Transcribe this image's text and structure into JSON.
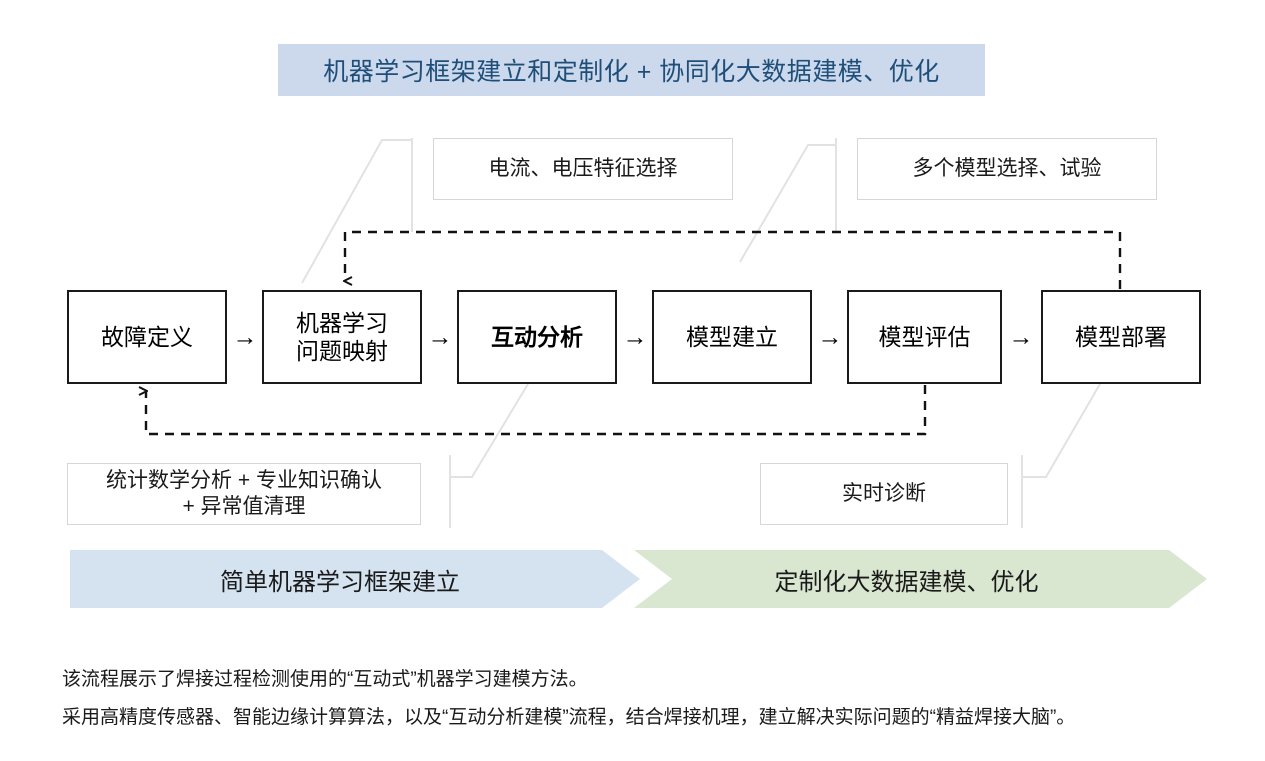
{
  "title": {
    "text": "机器学习框架建立和定制化 + 协同化大数据建模、优化",
    "background_color": "#ccd9ec",
    "text_color": "#1f4e79"
  },
  "callouts": {
    "top_left": {
      "text": "电流、电压特征选择",
      "attached_to": "机器学习问题映射"
    },
    "top_right": {
      "text": "多个模型选择、试验",
      "attached_to": "模型建立"
    },
    "bottom_left_line1": "统计数学分析 + 专业知识确认",
    "bottom_left_line2": "+ 异常值清理",
    "bottom_right": {
      "text": "实时诊断",
      "attached_to": "模型部署"
    }
  },
  "flow": {
    "arrow_glyph": "→",
    "steps": [
      {
        "label_line1": "故障定义",
        "label_line2": "",
        "bold": false
      },
      {
        "label_line1": "机器学习",
        "label_line2": "问题映射",
        "bold": false
      },
      {
        "label_line1": "互动分析",
        "label_line2": "",
        "bold": true
      },
      {
        "label_line1": "模型建立",
        "label_line2": "",
        "bold": false
      },
      {
        "label_line1": "模型评估",
        "label_line2": "",
        "bold": false
      },
      {
        "label_line1": "模型部署",
        "label_line2": "",
        "bold": false
      }
    ]
  },
  "feedback_loops": [
    {
      "from": "模型部署",
      "to": "机器学习问题映射",
      "style": "dashed",
      "position": "above"
    },
    {
      "from": "模型评估",
      "to": "故障定义",
      "style": "dashed",
      "position": "below"
    }
  ],
  "phase_banners": [
    {
      "text": "简单机器学习框架建立",
      "color": "#d5e3f0"
    },
    {
      "text": "定制化大数据建模、优化",
      "color": "#d9e6d0"
    }
  ],
  "caption": {
    "line1": "该流程展示了焊接过程检测使用的“互动式”机器学习建模方法。",
    "line2": "采用高精度传感器、智能边缘计算算法，以及“互动分析建模”流程，结合焊接机理，建立解决实际问题的“精益焊接大脑”。"
  }
}
